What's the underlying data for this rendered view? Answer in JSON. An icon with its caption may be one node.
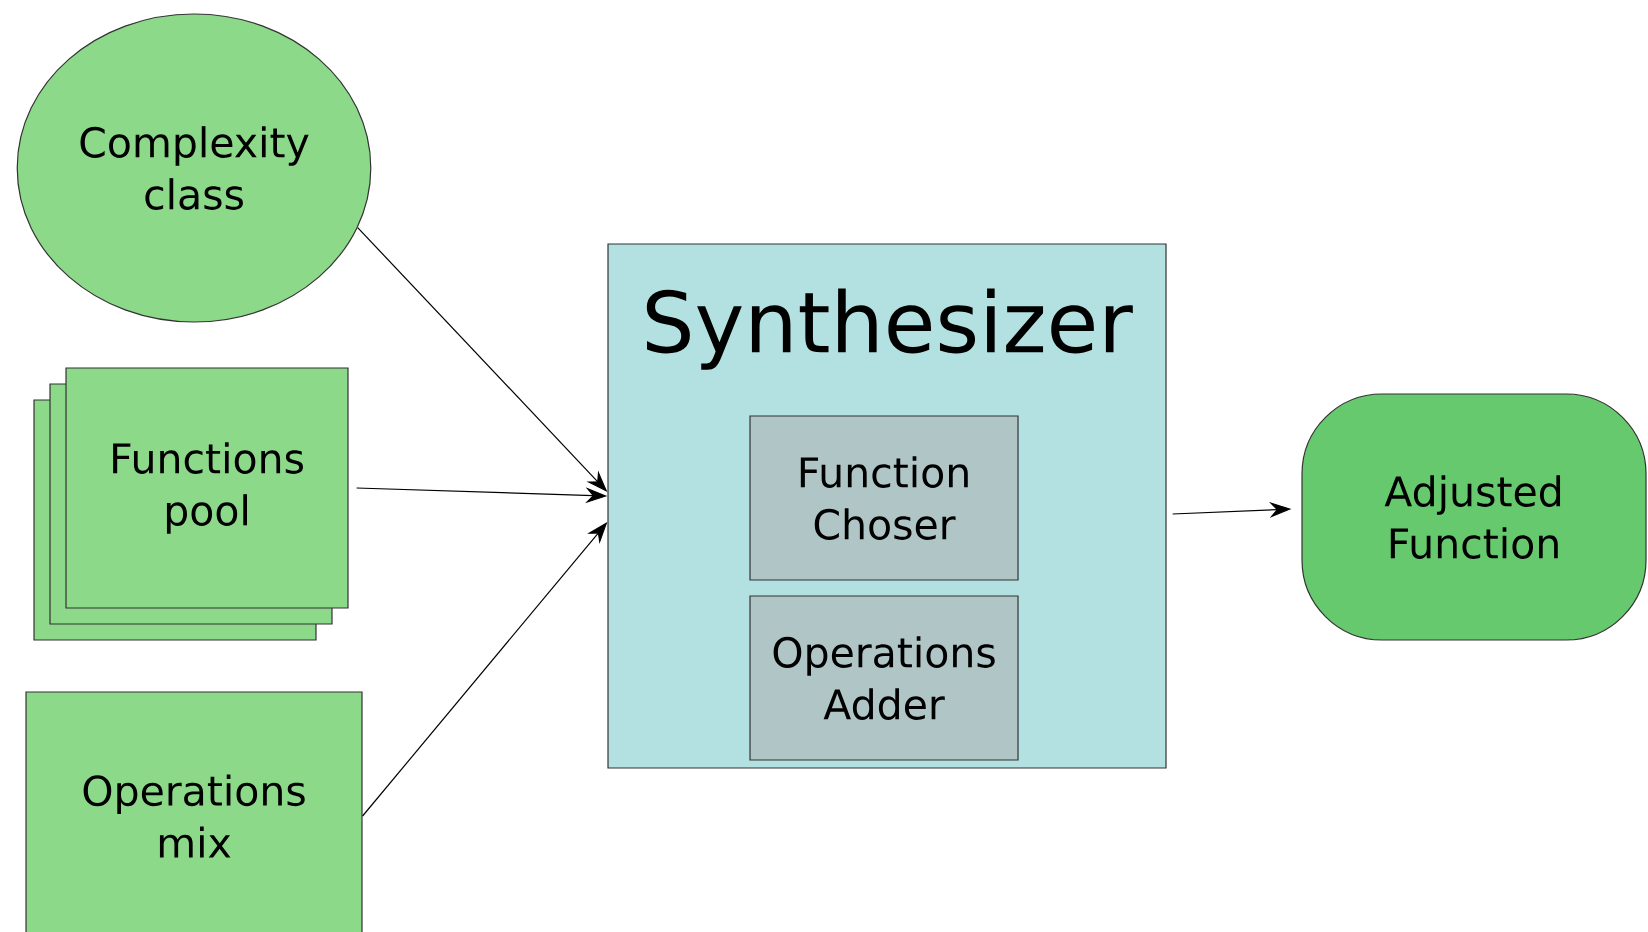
{
  "diagram": {
    "nodes": [
      {
        "text": [
          "Complexity class"
        ]
      },
      {
        "text": [
          "Functions pool"
        ]
      },
      {
        "text": [
          "Operations mix"
        ]
      },
      {
        "text": [
          "Synthesizer"
        ]
      },
      {
        "text": [
          "Function Choser"
        ],
        "in": 3
      },
      {
        "text": [
          "Operations Adder"
        ],
        "in": 3
      },
      {
        "text": [
          "Adjusted Function"
        ]
      }
    ],
    "edges": [
      {
        "from": 0,
        "to": 3,
        "arrow": "to"
      },
      {
        "from": 1,
        "to": 3,
        "arrow": "to"
      },
      {
        "from": 2,
        "to": 3,
        "arrow": "to"
      },
      {
        "from": 3,
        "to": 6,
        "arrow": "to"
      }
    ]
  }
}
